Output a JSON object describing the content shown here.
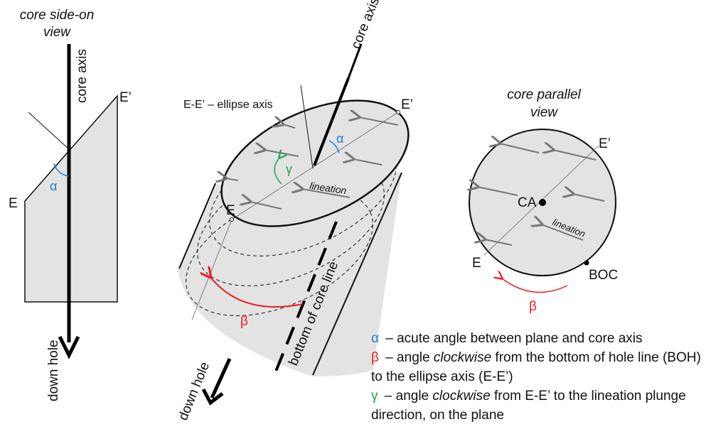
{
  "colors": {
    "alpha": "#1f7fd0",
    "beta": "#ee1c1c",
    "gamma": "#1fa84a",
    "fill": "#e3e3e3",
    "arrow": "#777777"
  },
  "side_view": {
    "title_line1": "core side-on",
    "title_line2": "view",
    "core_axis": "core axis",
    "down_hole": "down hole",
    "E": "E",
    "E_prime": "E’",
    "alpha": "α"
  },
  "cylinder": {
    "ellipse_axis_label": "E-E’ – ellipse axis",
    "core_axis": "core axis",
    "E": "E",
    "E_prime": "E’",
    "alpha": "α",
    "gamma": "γ",
    "beta": "β",
    "lineation": "lineation",
    "bottom_line": "bottom of core line",
    "down_hole": "down hole"
  },
  "parallel_view": {
    "title_line1": "core parallel",
    "title_line2": "view",
    "E": "E",
    "E_prime": "E’",
    "CA": "CA",
    "BOC": "BOC",
    "lineation": "lineation",
    "beta": "β"
  },
  "legend": [
    {
      "symbol": "α",
      "text": " – acute angle between plane and core axis",
      "color": "alpha"
    },
    {
      "symbol": "β",
      "text_pre": " – angle ",
      "text_em": "clockwise",
      "text_post": " from the bottom of hole line (BOH) to the ellipse axis (E-E’)",
      "color": "beta"
    },
    {
      "symbol": "γ",
      "text_pre": " – angle ",
      "text_em": "clockwise",
      "text_post": " from E-E’ to the lineation plunge direction, on the plane",
      "color": "gamma"
    }
  ]
}
